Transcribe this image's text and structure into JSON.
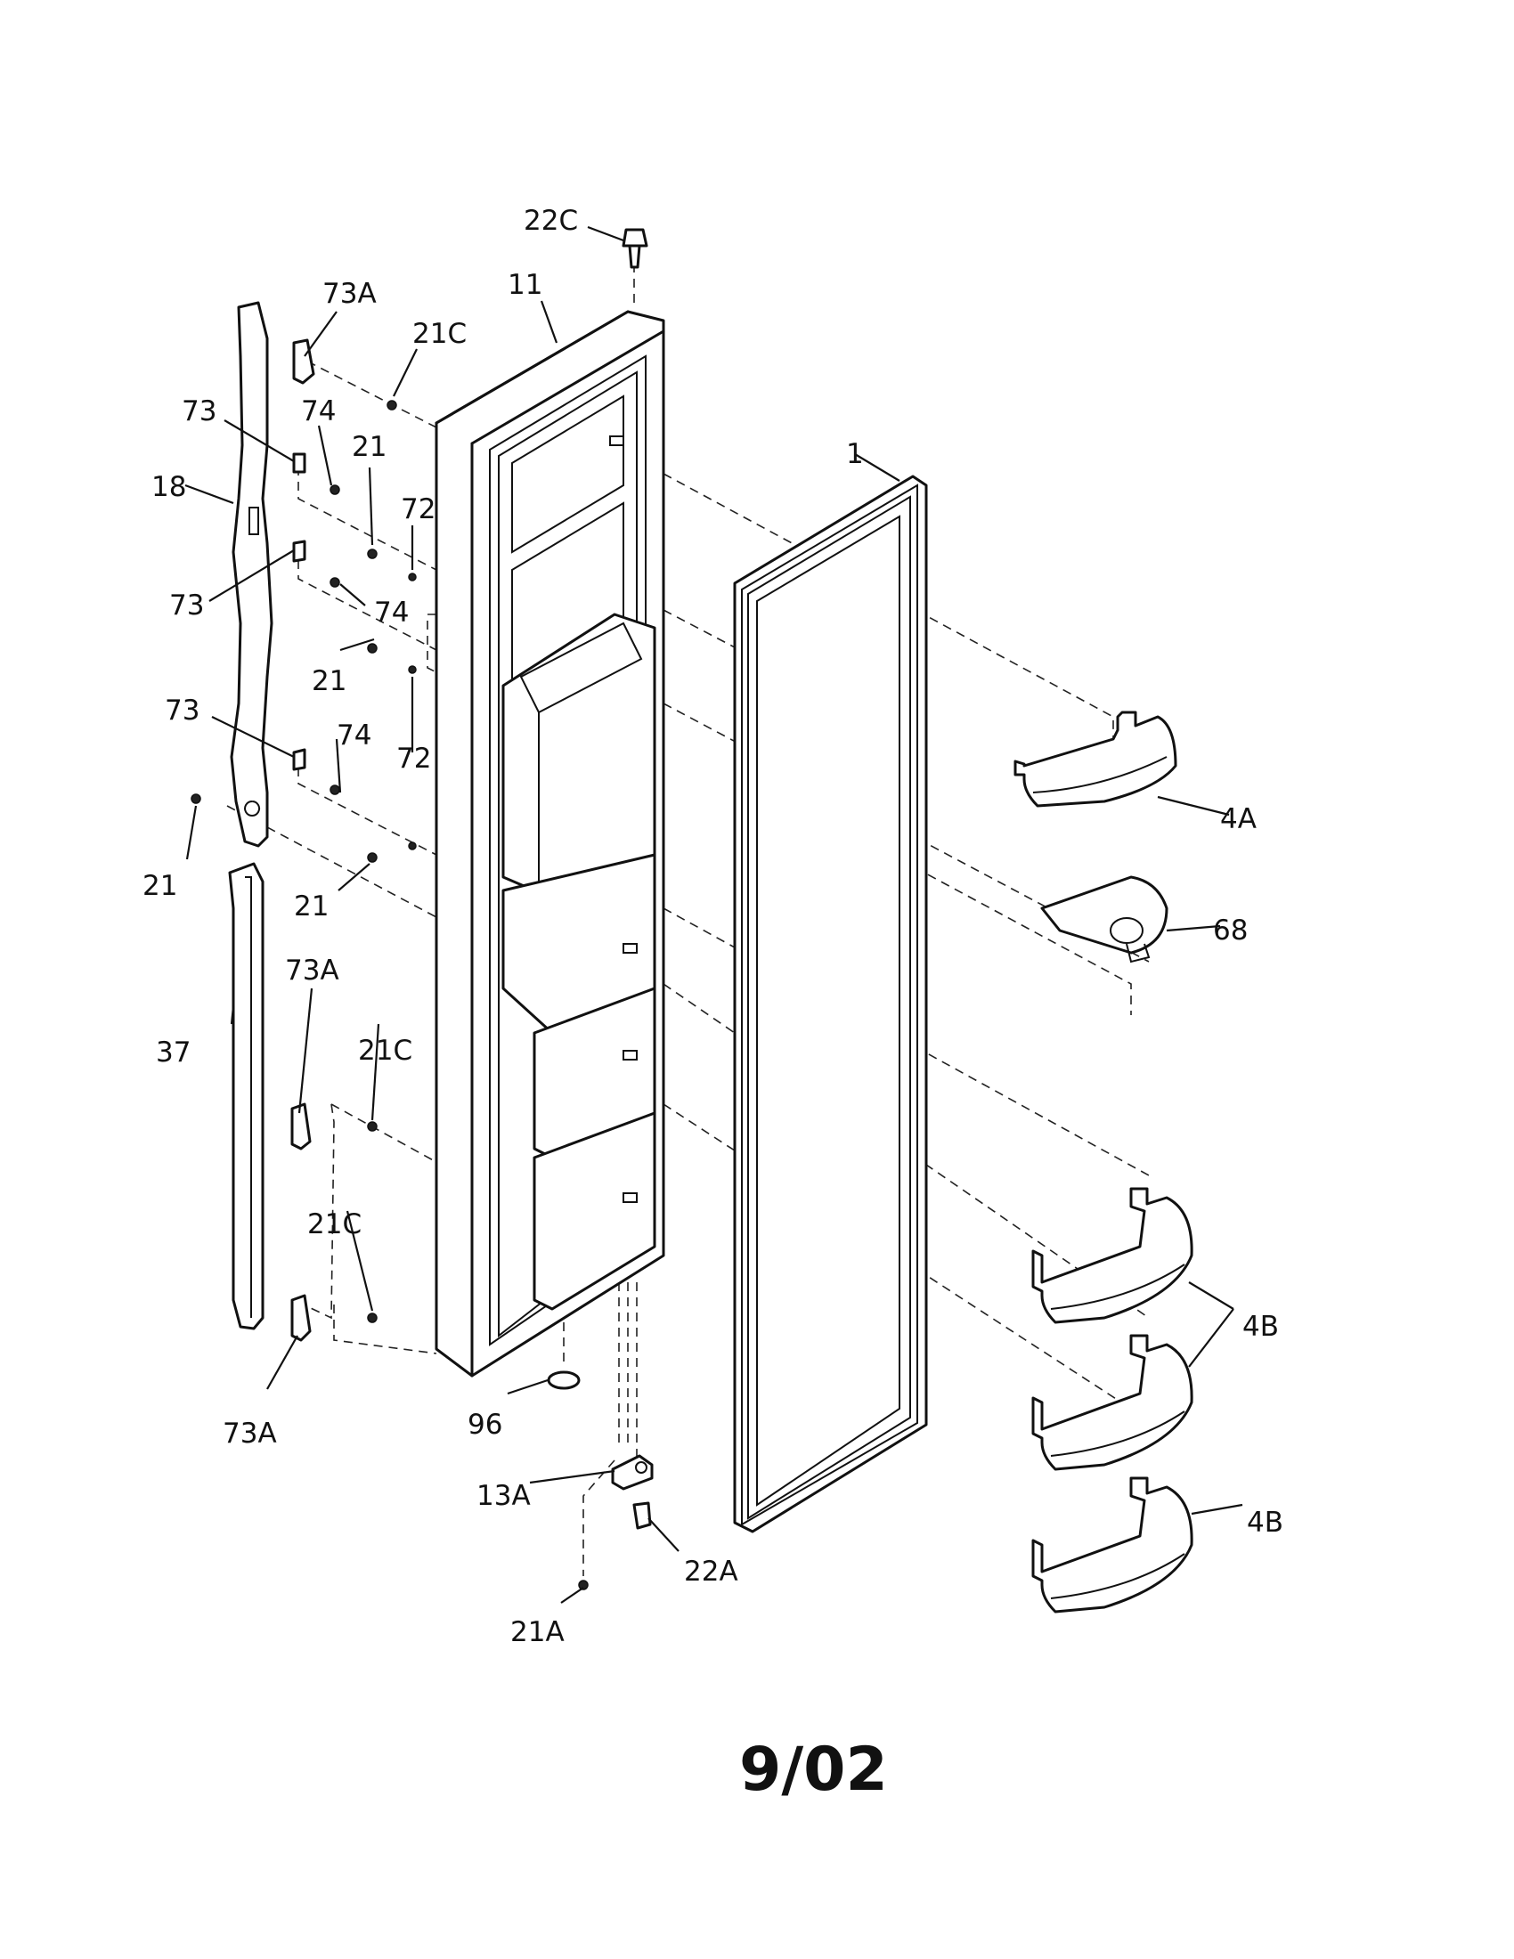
{
  "callouts": {
    "c22C": "22C",
    "c11": "11",
    "c73A_top": "73A",
    "c21C_top": "21C",
    "c73_a": "73",
    "c74_a": "74",
    "c21_a": "21",
    "c72_a": "72",
    "c18": "18",
    "c73_b": "73",
    "c74_b": "74",
    "c21_b": "21",
    "c73_c": "73",
    "c74_c": "74",
    "c72_b": "72",
    "c21_c": "21",
    "c21_d": "21",
    "c1": "1",
    "c4A": "4A",
    "c68": "68",
    "c37": "37",
    "c73A_mid": "73A",
    "c21C_mid": "21C",
    "c21C_low": "21C",
    "c73A_low": "73A",
    "c96": "96",
    "c13A": "13A",
    "c22A": "22A",
    "c21A": "21A",
    "c4B_a": "4B",
    "c4B_b": "4B"
  },
  "footer": {
    "date_code": "9/02"
  }
}
